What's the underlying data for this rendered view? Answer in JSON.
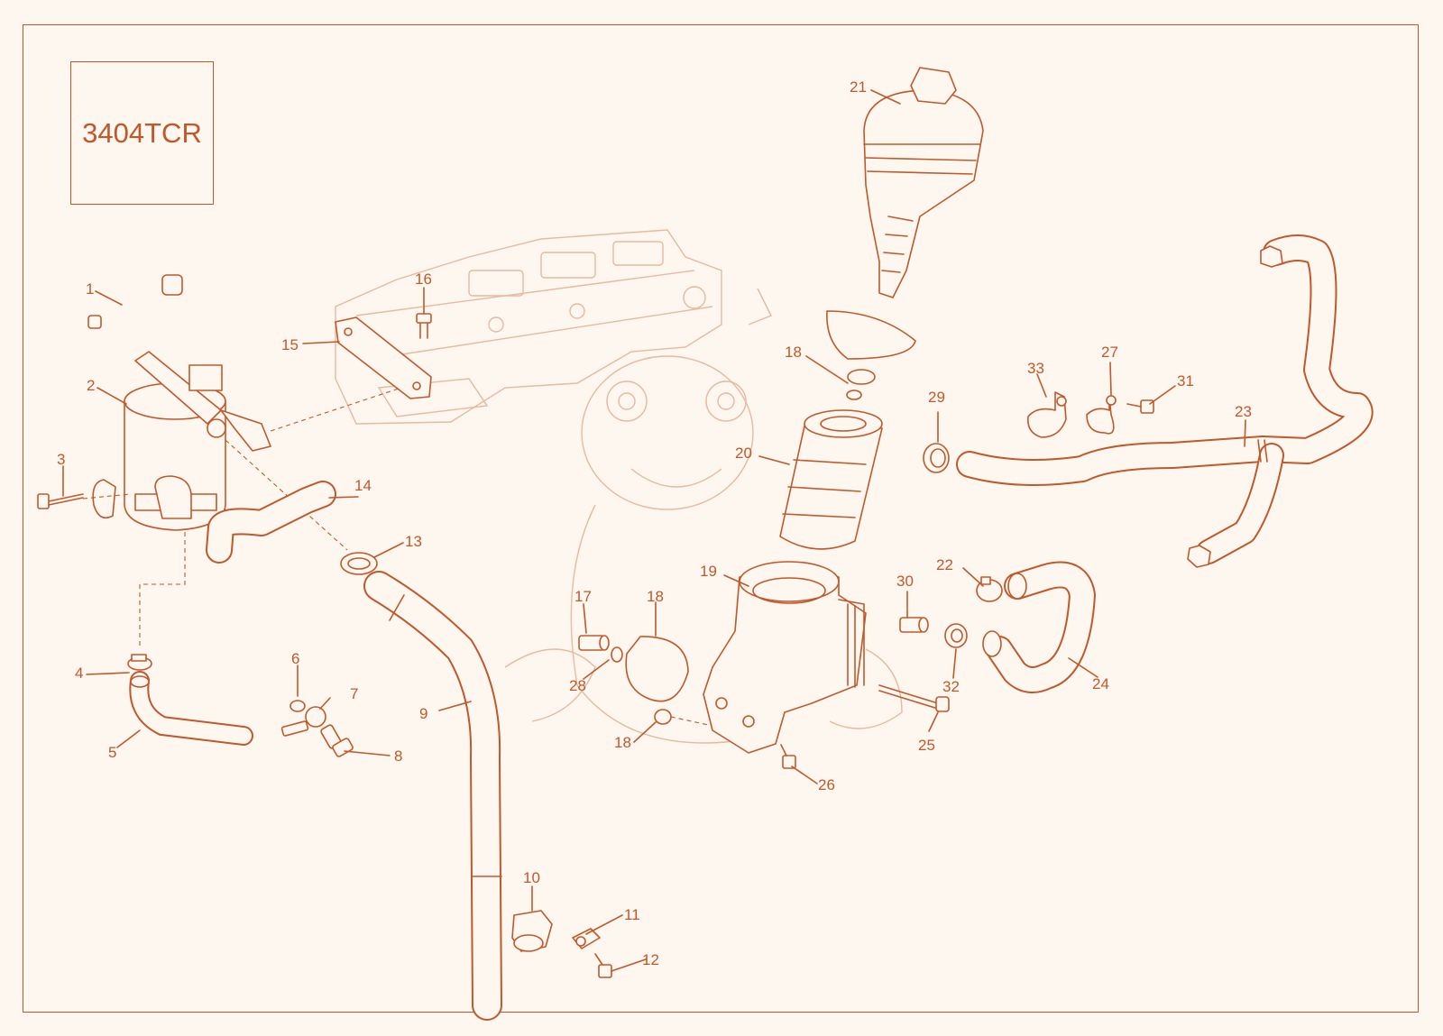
{
  "diagram_code": "3404TCR",
  "part_numbers": {
    "p1": "1",
    "p2": "2",
    "p3": "3",
    "p4": "4",
    "p5": "5",
    "p6": "6",
    "p7": "7",
    "p8": "8",
    "p9": "9",
    "p10": "10",
    "p11": "11",
    "p12": "12",
    "p13": "13",
    "p14": "14",
    "p15": "15",
    "p16": "16",
    "p17": "17",
    "p18a": "18",
    "p18b": "18",
    "p18c": "18",
    "p19": "19",
    "p20": "20",
    "p21": "21",
    "p22": "22",
    "p23": "23",
    "p24": "24",
    "p25": "25",
    "p26": "26",
    "p27": "27",
    "p28": "28",
    "p29": "29",
    "p30": "30",
    "p31": "31",
    "p32": "32",
    "p33": "33"
  },
  "colors": {
    "line": "#c0582b",
    "background": "#fdf7ef",
    "ghost": "#e8b8a0"
  }
}
